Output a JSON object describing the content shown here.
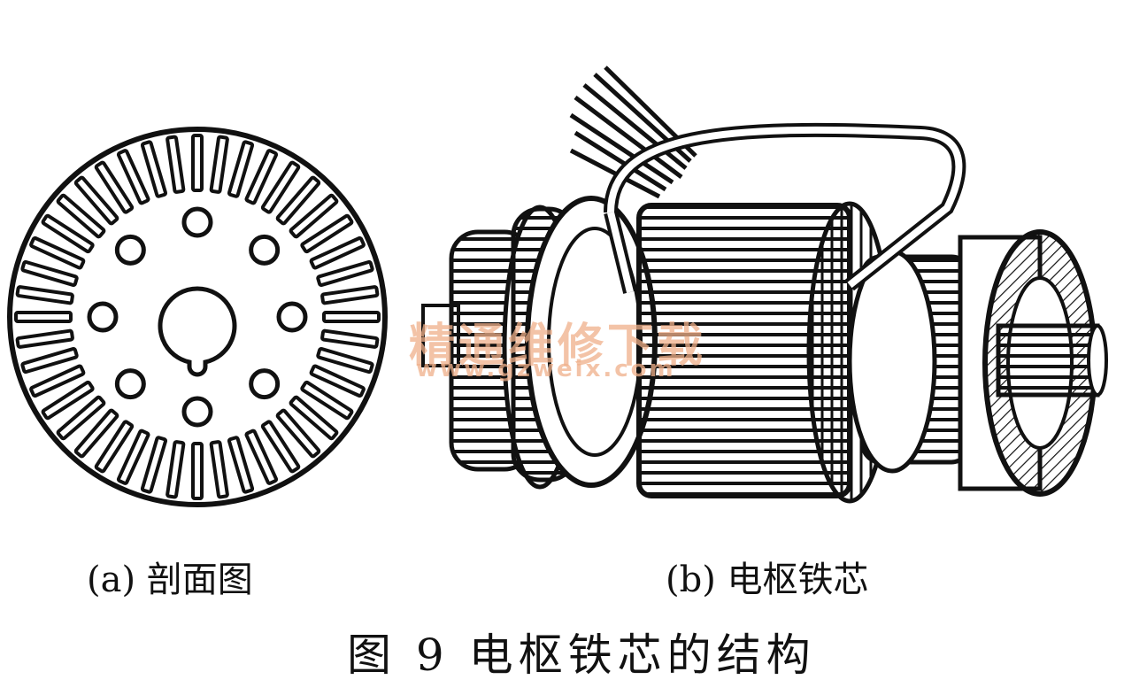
{
  "captions": {
    "a": "(a) 剖面图",
    "b": "(b) 电枢铁芯"
  },
  "figure_title": "图 9   电枢铁芯的结构",
  "watermark": {
    "text": "精通维修下载",
    "url": "www.gzweix.com"
  },
  "lamination": {
    "slot_count": 44,
    "hole_count": 8
  },
  "colors": {
    "line": "#111111",
    "background": "#ffffff",
    "watermark": "#f0b08a"
  }
}
